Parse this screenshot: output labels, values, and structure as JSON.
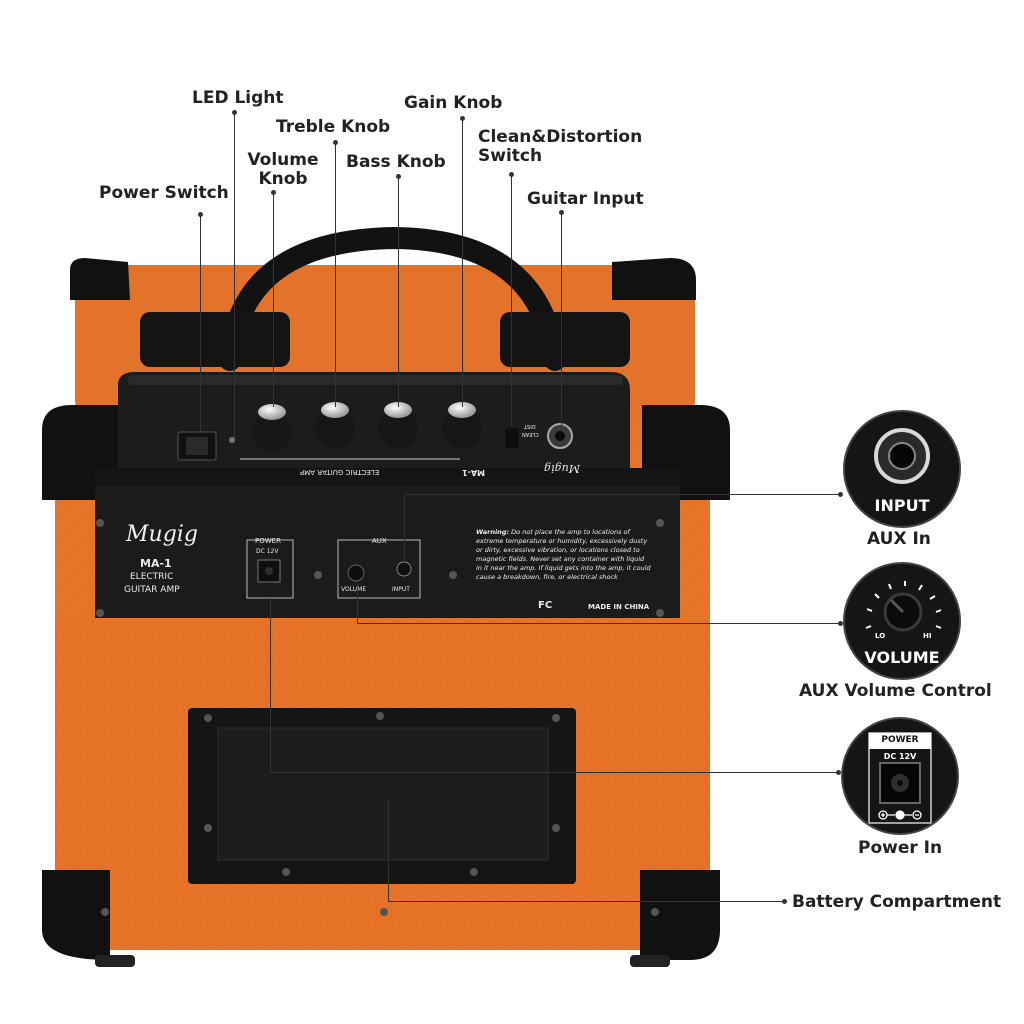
{
  "callouts": {
    "led_light": "LED Light",
    "gain_knob": "Gain Knob",
    "treble_knob": "Treble Knob",
    "volume_knob_line1": "Volume",
    "volume_knob_line2": "Knob",
    "bass_knob": "Bass Knob",
    "clean_distortion_line1": "Clean&Distortion",
    "clean_distortion_line2": "Switch",
    "power_switch": "Power Switch",
    "guitar_input": "Guitar Input",
    "aux_in": "AUX In",
    "aux_volume_control": "AUX Volume Control",
    "power_in": "Power In",
    "battery_compartment": "Battery Compartment"
  },
  "insets": {
    "input_label": "INPUT",
    "volume_label": "VOLUME",
    "volume_lo": "LO",
    "volume_hi": "HI",
    "power_label": "POWER",
    "power_dc": "DC 12V"
  },
  "amp": {
    "brand": "Mugig",
    "model": "MA-1",
    "line1": "ELECTRIC",
    "line2": "GUITAR AMP",
    "top_model": "MA-1",
    "top_text": "ELECTRIC GUITAR AMP",
    "switch_dist": "DIST",
    "switch_clean": "CLEAN",
    "power_box_title": "POWER",
    "power_box_dc": "DC 12V",
    "aux_box_title": "AUX",
    "aux_volume": "VOLUME",
    "aux_input": "INPUT",
    "warning_title": "Warning:",
    "warning_body": "Do not place the amp to locations of extreme temperature or humidity, excessively dusty or dirty, excessive vibration, or locations closed to magnetic fields. Never set any container with liquid in it near the amp. If liquid gets into the amp, it could cause a breakdown, fire, or electrical shock",
    "made_in": "MADE IN CHINA",
    "cert": "FC"
  },
  "colors": {
    "tolex": "#e8762a",
    "tolex_dark": "#c95f1b",
    "panel": "#1b1b1b",
    "corner": "#111111"
  }
}
